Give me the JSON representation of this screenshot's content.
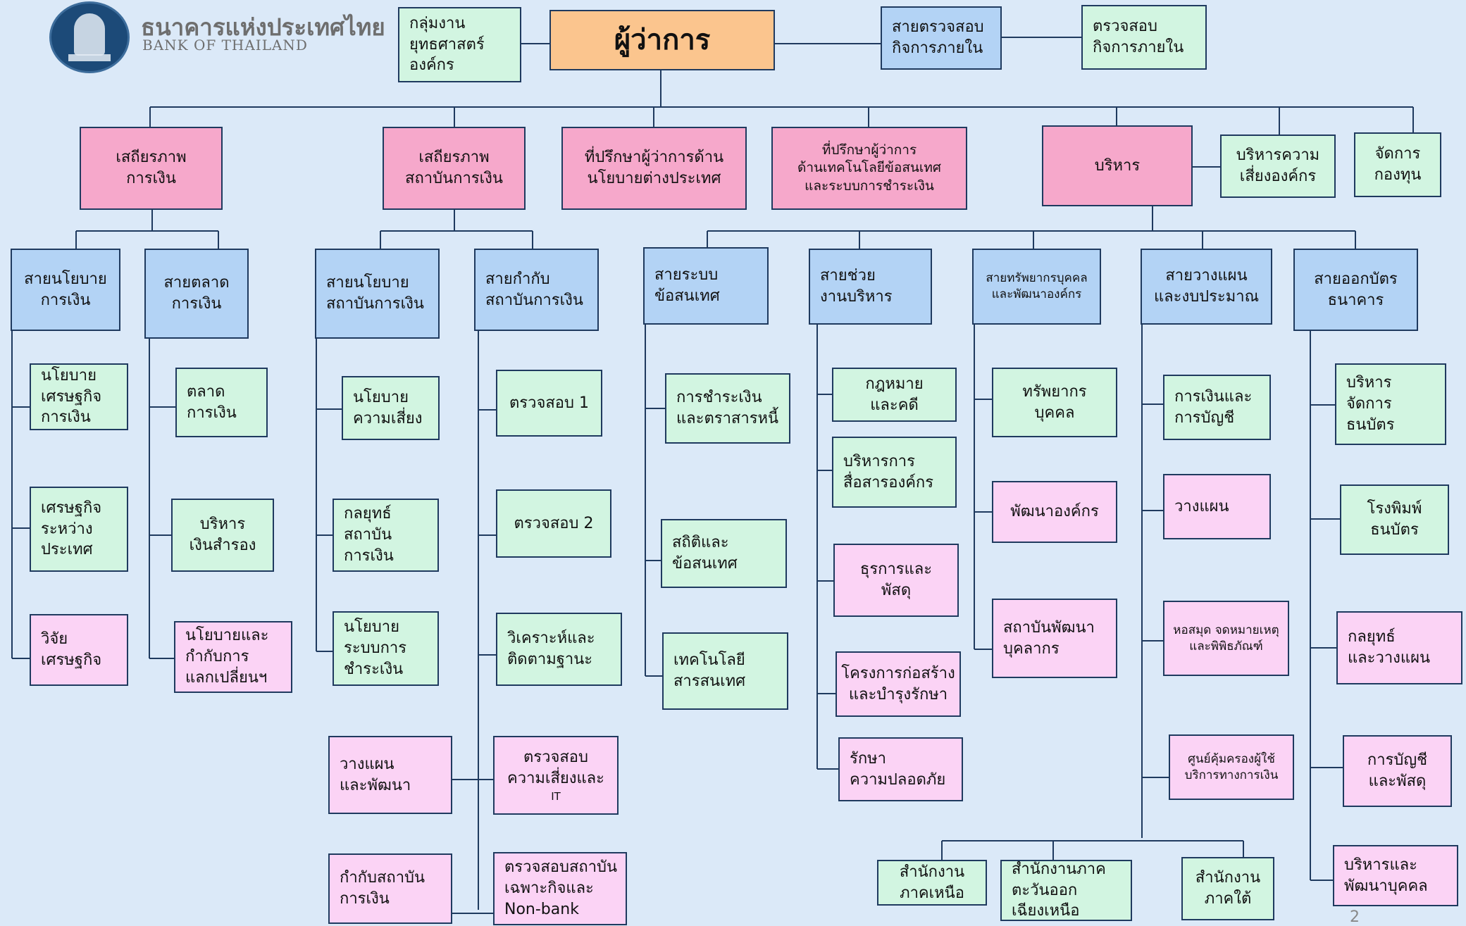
{
  "logo": {
    "thai_name": "ธนาคารแห่งประเทศไทย",
    "english_name": "BANK OF THAILAND"
  },
  "page_number": "2",
  "colors": {
    "background": "#dbe9f8",
    "governor": "#fbc58e",
    "top_unit": "#f6a8cb",
    "line": "#b3d3f5",
    "department_green": "#d2f5e1",
    "department_pink": "#fbd3f5",
    "connector": "#1f3a5f"
  },
  "nodes": {
    "governor": {
      "lines": [
        "ผู้ว่าการ"
      ]
    },
    "strategy": {
      "lines": [
        "กลุ่มงาน",
        "ยุทธศาสตร์",
        "องค์กร"
      ]
    },
    "internal_audit_line": {
      "lines": [
        "สายตรวจสอบ",
        "กิจการภายใน"
      ]
    },
    "internal_audit_dept": {
      "lines": [
        "ตรวจสอบ",
        "กิจการภายใน"
      ]
    },
    "monetary_stability": {
      "lines": [
        "เสถียรภาพ",
        "การเงิน"
      ]
    },
    "fi_stability": {
      "lines": [
        "เสถียรภาพ",
        "สถาบันการเงิน"
      ]
    },
    "intl_policy_advisor": {
      "lines": [
        "ที่ปรึกษาผู้ว่าการด้าน",
        "นโยบายต่างประเทศ"
      ]
    },
    "it_payment_advisor": {
      "lines": [
        "ที่ปรึกษาผู้ว่าการ",
        "ด้านเทคโนโลยีข้อสนเทศ",
        "และระบบการชำระเงิน"
      ]
    },
    "administration": {
      "lines": [
        "บริหาร"
      ]
    },
    "enterprise_risk": {
      "lines": [
        "บริหารความ",
        "เสี่ยงองค์กร"
      ]
    },
    "fund_management": {
      "lines": [
        "จัดการ",
        "กองทุน"
      ]
    },
    "monetary_policy_line": {
      "lines": [
        "สายนโยบาย",
        "การเงิน"
      ]
    },
    "market_line": {
      "lines": [
        "สายตลาด",
        "การเงิน"
      ]
    },
    "fi_policy_line": {
      "lines": [
        "สายนโยบาย",
        "สถาบันการเงิน"
      ]
    },
    "fi_supervision_line": {
      "lines": [
        "สายกำกับ",
        "สถาบันการเงิน"
      ]
    },
    "it_line": {
      "lines": [
        "สายระบบ",
        "ข้อสนเทศ"
      ]
    },
    "admin_support_line": {
      "lines": [
        "สายช่วย",
        "งานบริหาร"
      ]
    },
    "hr_line": {
      "lines": [
        "สายทรัพยากรบุคคล",
        "และพัฒนาองค์กร"
      ]
    },
    "planning_budget_line": {
      "lines": [
        "สายวางแผน",
        "และงบประมาณ"
      ]
    },
    "banknote_line": {
      "lines": [
        "สายออกบัตร",
        "ธนาคาร"
      ]
    },
    "monetary_econ_policy": {
      "lines": [
        "นโยบาย",
        "เศรษฐกิจ",
        "การเงิน"
      ]
    },
    "intl_economics": {
      "lines": [
        "เศรษฐกิจ",
        "ระหว่าง",
        "ประเทศ"
      ]
    },
    "economic_research": {
      "lines": [
        "วิจัย",
        "เศรษฐกิจ"
      ]
    },
    "financial_markets": {
      "lines": [
        "ตลาด",
        "การเงิน"
      ]
    },
    "reserve_management": {
      "lines": [
        "บริหาร",
        "เงินสำรอง"
      ]
    },
    "fx_policy": {
      "lines": [
        "นโยบายและ",
        "กำกับการ",
        "แลกเปลี่ยนฯ"
      ]
    },
    "risk_policy": {
      "lines": [
        "นโยบาย",
        "ความเสี่ยง"
      ]
    },
    "fi_strategy": {
      "lines": [
        "กลยุทธ์",
        "สถาบัน",
        "การเงิน"
      ]
    },
    "payment_policy": {
      "lines": [
        "นโยบาย",
        "ระบบการ",
        "ชำระเงิน"
      ]
    },
    "fi_planning": {
      "lines": [
        "วางแผน",
        "และพัฒนา"
      ]
    },
    "fi_regulation": {
      "lines": [
        "กำกับสถาบัน",
        "การเงิน"
      ]
    },
    "exam_1": {
      "lines": [
        "ตรวจสอบ 1"
      ]
    },
    "exam_2": {
      "lines": [
        "ตรวจสอบ 2"
      ]
    },
    "analysis_monitoring": {
      "lines": [
        "วิเคราะห์และ",
        "ติดตามฐานะ"
      ]
    },
    "risk_it_exam": {
      "lines": [
        "ตรวจสอบ",
        "ความเสี่ยงและ",
        "IT"
      ]
    },
    "specialized_exam": {
      "lines": [
        "ตรวจสอบสถาบัน",
        "เฉพาะกิจและ",
        "Non-bank"
      ]
    },
    "payment_securities": {
      "lines": [
        "การชำระเงิน",
        "และตราสารหนี้"
      ]
    },
    "statistics_info": {
      "lines": [
        "สถิติและ",
        "ข้อสนเทศ"
      ]
    },
    "information_technology": {
      "lines": [
        "เทคโนโลยี",
        "สารสนเทศ"
      ]
    },
    "legal": {
      "lines": [
        "กฎหมาย",
        "และคดี"
      ]
    },
    "corporate_comm": {
      "lines": [
        "บริหารการ",
        "สื่อสารองค์กร"
      ]
    },
    "procurement": {
      "lines": [
        "ธุรการและ",
        "พัสดุ"
      ]
    },
    "construction": {
      "lines": [
        "โครงการก่อสร้าง",
        "และบำรุงรักษา"
      ]
    },
    "security": {
      "lines": [
        "รักษา",
        "ความปลอดภัย"
      ]
    },
    "human_resources": {
      "lines": [
        "ทรัพยากร",
        "บุคคล"
      ]
    },
    "org_development": {
      "lines": [
        "พัฒนาองค์กร"
      ]
    },
    "personnel_institute": {
      "lines": [
        "สถาบันพัฒนา",
        "บุคลากร"
      ]
    },
    "finance_accounting": {
      "lines": [
        "การเงินและ",
        "การบัญชี"
      ]
    },
    "planning": {
      "lines": [
        "วางแผน"
      ]
    },
    "library_archives": {
      "lines": [
        "หอสมุด จดหมายเหตุ",
        "และพิพิธภัณฑ์"
      ]
    },
    "consumer_protection": {
      "lines": [
        "ศูนย์คุ้มครองผู้ใช้",
        "บริการทางการเงิน"
      ]
    },
    "northern_office": {
      "lines": [
        "สำนักงาน",
        "ภาคเหนือ"
      ]
    },
    "northeastern_office": {
      "lines": [
        "สำนักงานภาค",
        "ตะวันออก",
        "เฉียงเหนือ"
      ]
    },
    "southern_office": {
      "lines": [
        "สำนักงาน",
        "ภาคใต้"
      ]
    },
    "currency_management": {
      "lines": [
        "บริหาร",
        "จัดการ",
        "ธนบัตร"
      ]
    },
    "note_printing": {
      "lines": [
        "โรงพิมพ์",
        "ธนบัตร"
      ]
    },
    "banknote_strategy": {
      "lines": [
        "กลยุทธ์",
        "และวางแผน"
      ]
    },
    "banknote_accounting": {
      "lines": [
        "การบัญชี",
        "และพัสดุ"
      ]
    },
    "banknote_hr": {
      "lines": [
        "บริหารและ",
        "พัฒนาบุคคล"
      ]
    }
  }
}
